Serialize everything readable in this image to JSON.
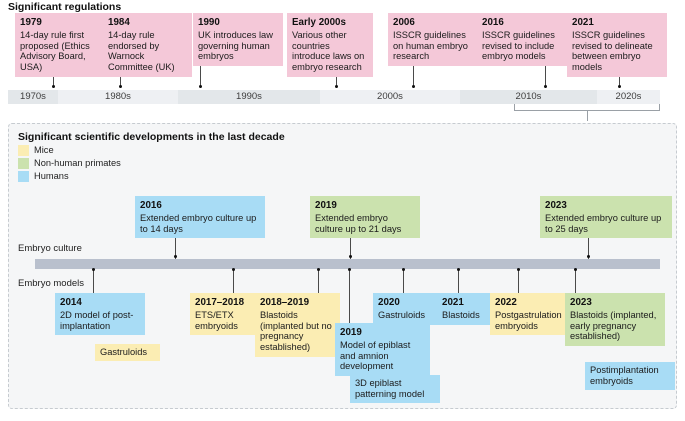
{
  "regulations": {
    "title": "Significant regulations",
    "decades": [
      "1970s",
      "1980s",
      "1990s",
      "2000s",
      "2010s",
      "2020s"
    ],
    "events": [
      {
        "year": "1979",
        "text": "14-day rule first proposed (Ethics Advisory Board, USA)"
      },
      {
        "year": "1984",
        "text": "14-day rule endorsed by Warnock Committee (UK)"
      },
      {
        "year": "1990",
        "text": "UK introduces law governing human embryos"
      },
      {
        "year": "Early 2000s",
        "text": "Various other countries introduce laws on embryo research"
      },
      {
        "year": "2006",
        "text": "ISSCR guidelines on human embryo research"
      },
      {
        "year": "2016",
        "text": "ISSCR guidelines revised to include embryo models"
      },
      {
        "year": "2021",
        "text": "ISSCR guidelines revised to delineate between embryo models"
      }
    ]
  },
  "developments": {
    "title": "Significant scientific developments in the last decade",
    "legend": [
      {
        "label": "Mice",
        "color": "#fbedb3"
      },
      {
        "label": "Non-human primates",
        "color": "#cbe2ae"
      },
      {
        "label": "Humans",
        "color": "#a8dcf5"
      }
    ],
    "rows": {
      "culture": "Embryo culture",
      "models": "Embryo models"
    },
    "culture_events": [
      {
        "year": "2016",
        "text": "Extended embryo culture up to 14 days",
        "category": "Humans"
      },
      {
        "year": "2019",
        "text": "Extended embryo culture up to 21 days",
        "category": "Non-human primates"
      },
      {
        "year": "2023",
        "text": "Extended embryo culture up to 25 days",
        "category": "Non-human primates"
      }
    ],
    "model_events": [
      {
        "year": "2014",
        "text": "2D model of post-implantation",
        "category": "Humans"
      },
      {
        "year": "",
        "text": "Gastruloids",
        "category": "Mice"
      },
      {
        "year": "2017–2018",
        "text": "ETS/ETX embryoids",
        "category": "Mice"
      },
      {
        "year": "2018–2019",
        "text": "Blastoids (implanted but no pregnancy established)",
        "category": "Mice"
      },
      {
        "year": "2019",
        "text": "Model of epiblast and amnion development",
        "category": "Humans"
      },
      {
        "year": "",
        "text": "3D epiblast patterning model",
        "category": "Humans"
      },
      {
        "year": "2020",
        "text": "Gastruloids",
        "category": "Humans"
      },
      {
        "year": "2021",
        "text": "Blastoids",
        "category": "Humans"
      },
      {
        "year": "2022",
        "text": "Postgastrulation embryoids",
        "category": "Mice"
      },
      {
        "year": "2023",
        "text": "Blastoids (implanted, early pregnancy established)",
        "category": "Non-human primates"
      },
      {
        "year": "",
        "text": "Postimplantation embryoids",
        "category": "Humans"
      }
    ]
  },
  "colors": {
    "regulation_box": "#f4c8d8",
    "mice": "#fbedb3",
    "non_human_primates": "#cbe2ae",
    "humans": "#a8dcf5",
    "timeline_bar": "#b9c0cd",
    "decade_dark": "#e3e7ea",
    "decade_light": "#eef0f3"
  }
}
